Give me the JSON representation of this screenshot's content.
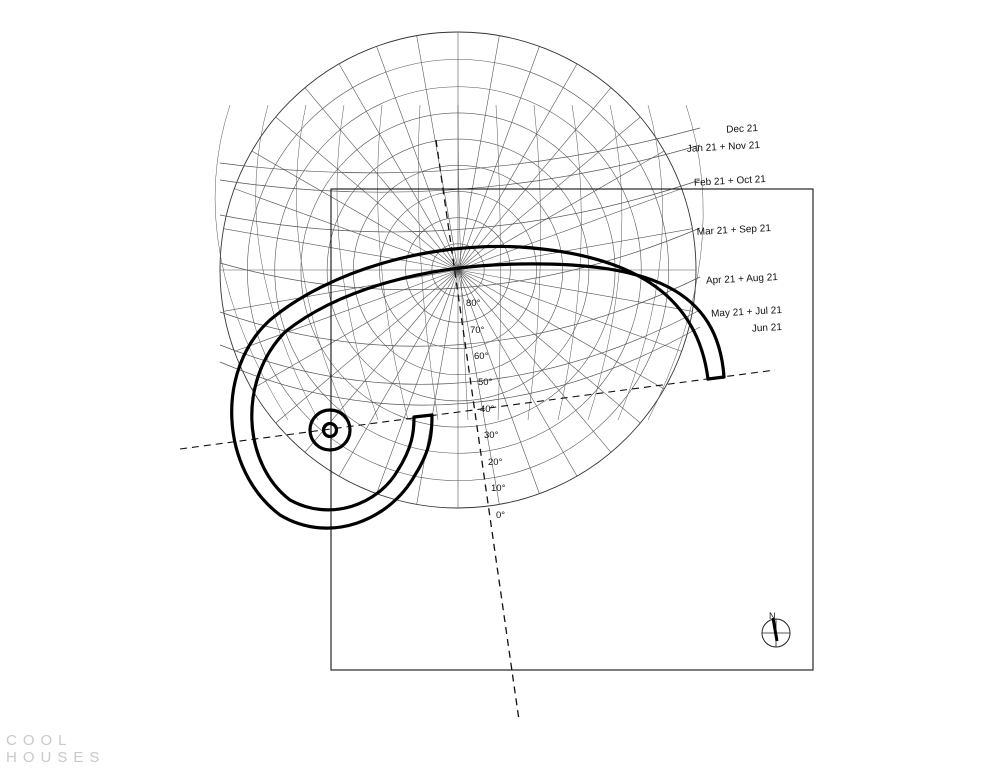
{
  "sun_path": {
    "date_lines": [
      "Dec 21",
      "Jan 21 + Nov 21",
      "Feb 21 + Oct 21",
      "Mar 21 + Sep 21",
      "Apr 21 + Aug 21",
      "May 21 + Jul 21",
      "Jun 21"
    ],
    "altitude_labels": [
      "80°",
      "70°",
      "60°",
      "50°",
      "40°",
      "30°",
      "20°",
      "10°",
      "0°"
    ]
  },
  "compass": {
    "north_label": "N"
  },
  "watermark": {
    "line1": "COOL",
    "line2": "HOUSES"
  },
  "colors": {
    "ink": "#000000",
    "grid": "#555555",
    "watermark": "#c9c9c9"
  }
}
